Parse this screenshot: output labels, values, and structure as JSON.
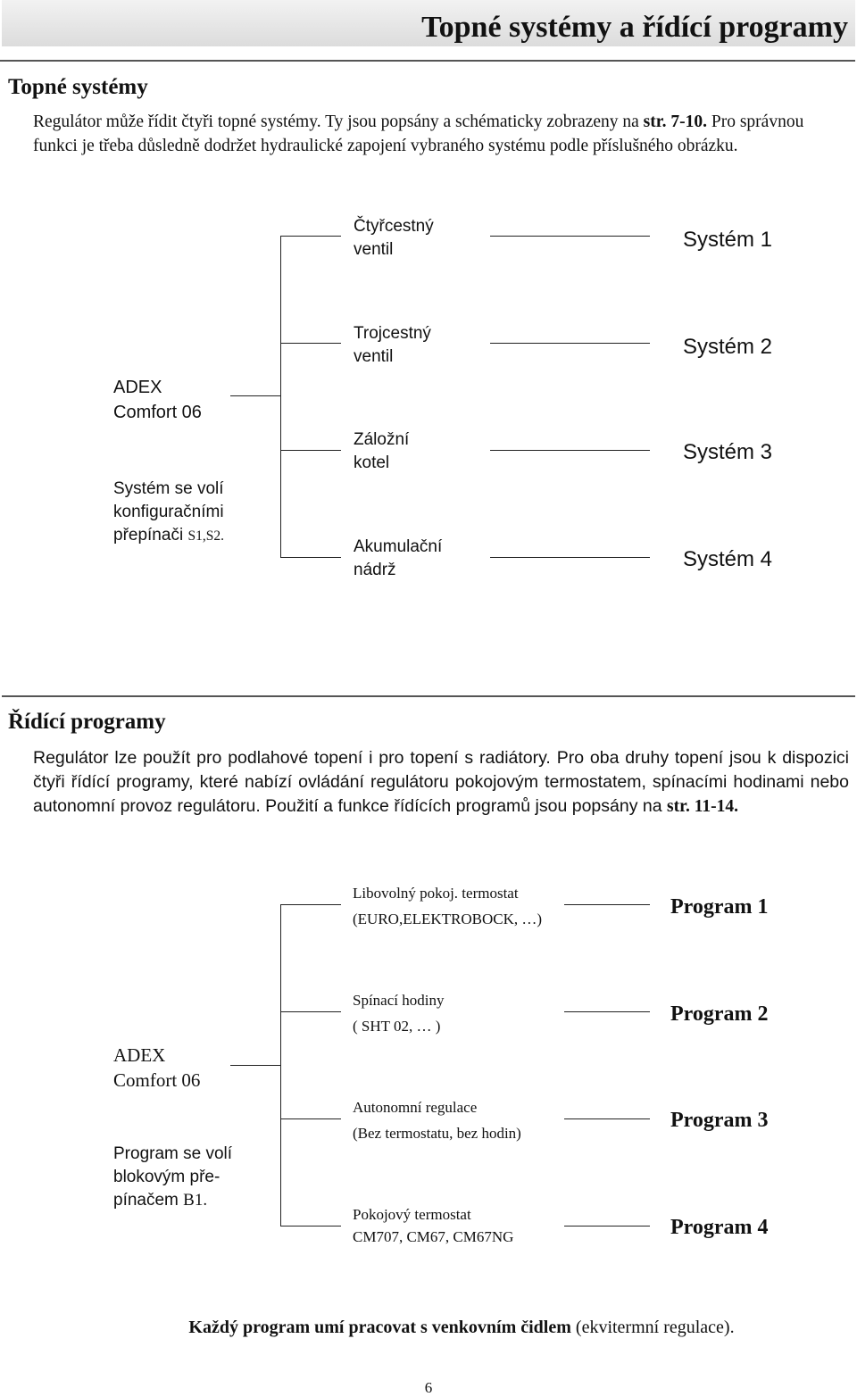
{
  "header": {
    "title": "Topné systémy a řídící programy"
  },
  "section1": {
    "heading": "Topné systémy",
    "para_a": "Regulátor může řídit čtyři topné systémy. Ty jsou popsány a schématicky zobrazeny na ",
    "para_ref": "str. 7-10.",
    "para_b": "Pro správnou funkci je třeba důsledně dodržet hydraulické zapojení vybraného systému podle příslušného obrázku.",
    "diagram": {
      "device_line1": "ADEX",
      "device_line2": "Comfort 06",
      "note_line1": "Systém  se volí",
      "note_line2": "konfiguračními",
      "note_line3_a": "přepínači ",
      "note_line3_b": "S1,S2.",
      "branches": [
        {
          "line1": "Čtyřcestný",
          "line2": "ventil",
          "target": "Systém 1"
        },
        {
          "line1": "Trojcestný",
          "line2": "ventil",
          "target": "Systém 2"
        },
        {
          "line1": "Záložní",
          "line2": "kotel",
          "target": "Systém 3"
        },
        {
          "line1": "Akumulační",
          "line2": "nádrž",
          "target": "Systém 4"
        }
      ]
    }
  },
  "section2": {
    "heading": "Řídící programy",
    "para_a": "Regulátor lze použít pro podlahové topení i pro topení s radiátory. Pro oba druhy topení jsou k dispozici čtyři řídící programy, které nabízí ovládání regulátoru pokojovým termostatem, spínacími hodinami nebo autonomní provoz regulátoru. Použití a funkce řídících programů jsou popsány na ",
    "para_ref": "str. 11-14.",
    "diagram": {
      "device_line1": "ADEX",
      "device_line2": "Comfort 06",
      "note_line1": "Program se volí",
      "note_line2": "blokovým pře-",
      "note_line3_a": "pínačem ",
      "note_line3_b": "B1.",
      "branches": [
        {
          "line1": "Libovolný pokoj. termostat",
          "line2": "(EURO,ELEKTROBOCK, …)",
          "target": "Program 1"
        },
        {
          "line1": "Spínací hodiny",
          "line2": "( SHT 02, … )",
          "target": "Program 2"
        },
        {
          "line1": "Autonomní regulace",
          "line2": "(Bez  termostatu,  bez hodin)",
          "target": "Program 3"
        },
        {
          "line1": "Pokojový termostat",
          "line2": "CM707, CM67, CM67NG",
          "target": "Program 4"
        }
      ]
    }
  },
  "footer": {
    "note_bold": "Každý program umí pracovat s venkovním čidlem",
    "note_rest": " (ekvitermní regulace).",
    "page_number": "6"
  }
}
